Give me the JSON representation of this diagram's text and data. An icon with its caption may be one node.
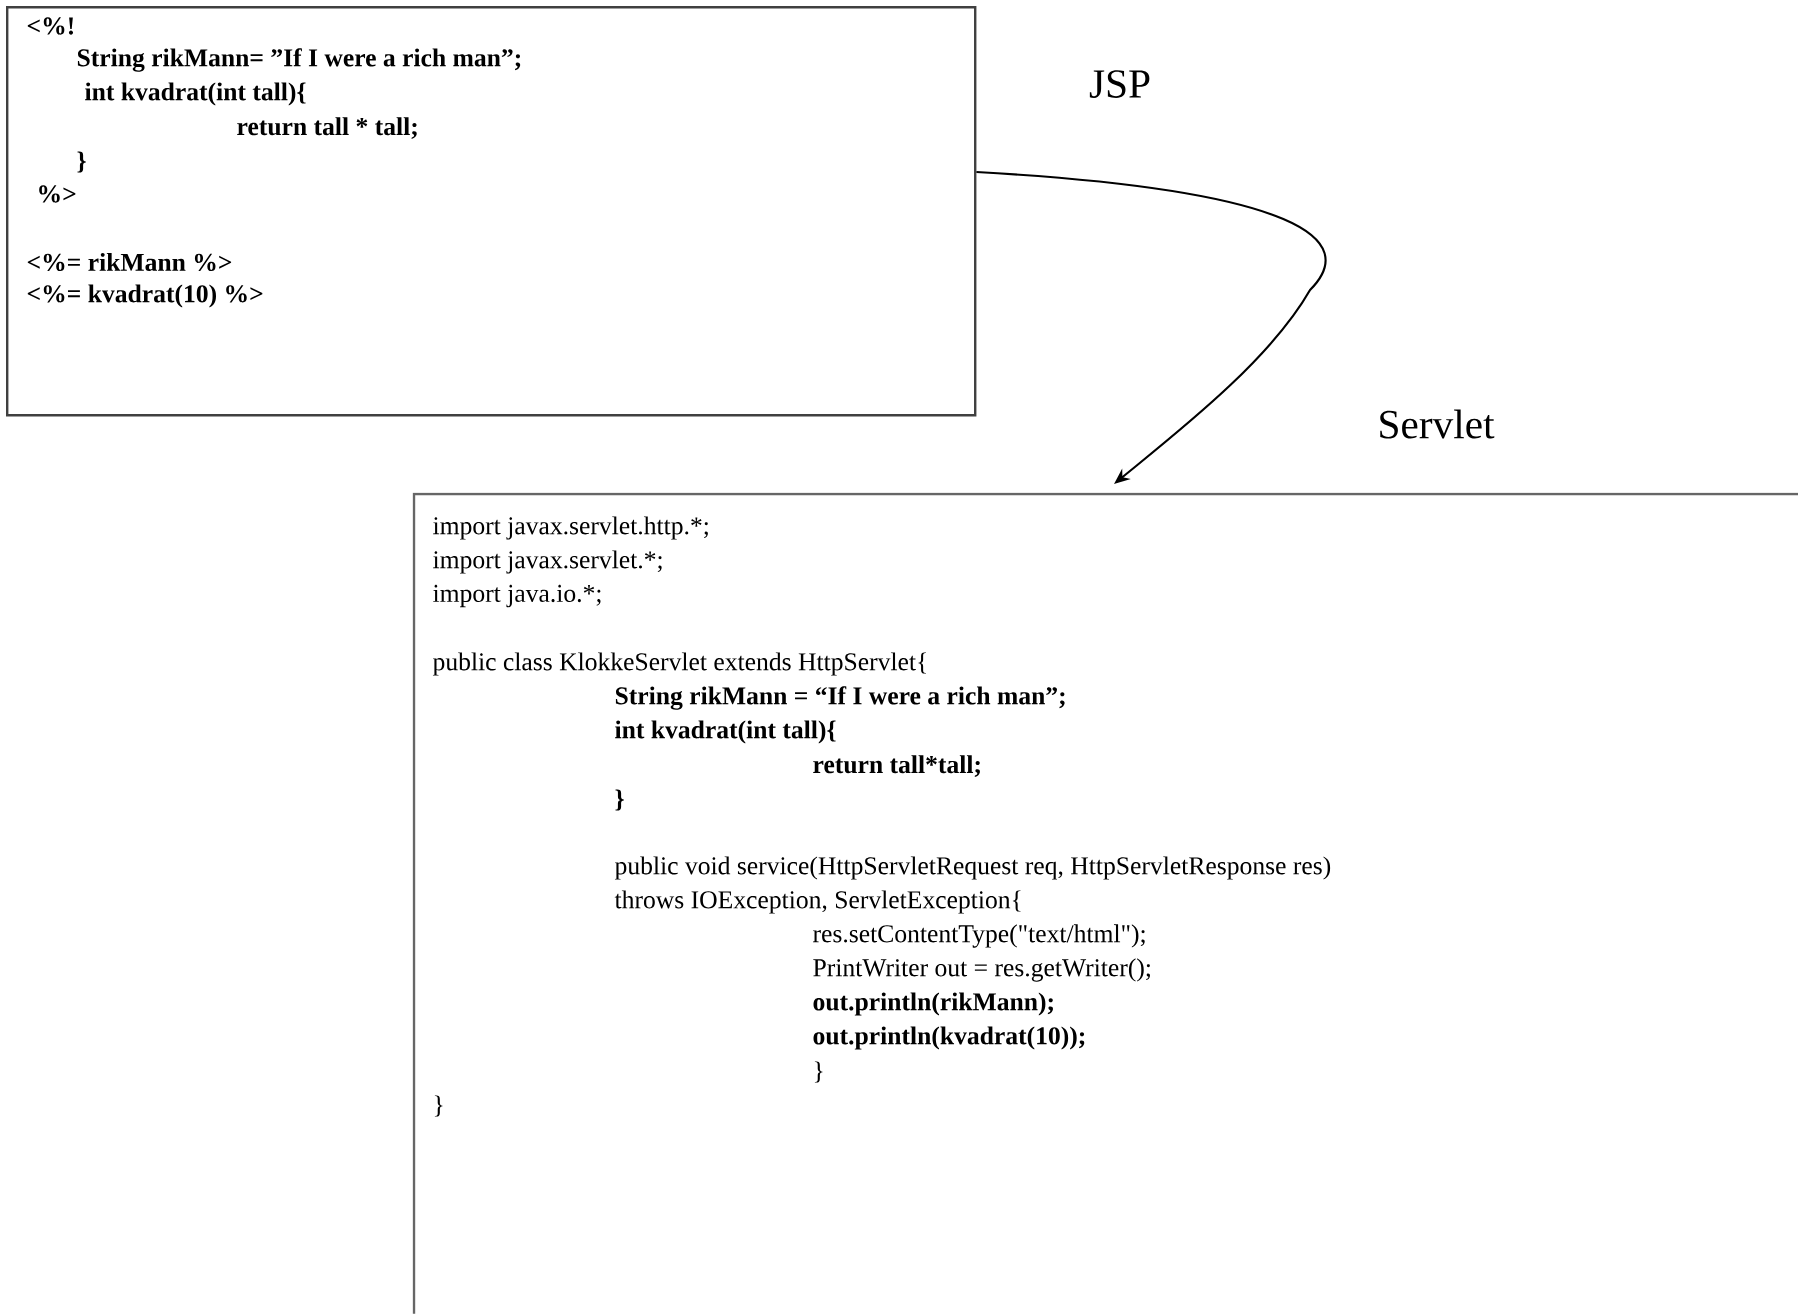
{
  "diagram": {
    "nodes": [
      {
        "text": [
          "<%!",
          "String rikMann= ”If I were a rich man”;",
          "int kvadrat(int tall){",
          "return tall * tall;",
          "}",
          "%>",
          "<%= rikMann %>",
          "<%= kvadrat(10) %>"
        ],
        "beside": [
          "JSP"
        ]
      },
      {
        "text": [
          "import javax.servlet.http.*;",
          "import javax.servlet.*;",
          "import java.io.*;",
          "public class KlokkeServlet extends HttpServlet{",
          "String rikMann = “If I were a rich man”;",
          "int kvadrat(int tall){",
          "return tall*tall;",
          "}",
          "public void service(HttpServletRequest req, HttpServletResponse res)",
          "throws IOException, ServletException{",
          "res.setContentType(\"text/html\");",
          "PrintWriter out = res.getWriter();",
          "out.println(rikMann);",
          "out.println(kvadrat(10));",
          "}",
          "}"
        ],
        "beside": [
          "Servlet"
        ]
      }
    ],
    "edges": [
      {
        "from": 0,
        "to": 1,
        "arrow": "to"
      }
    ]
  }
}
